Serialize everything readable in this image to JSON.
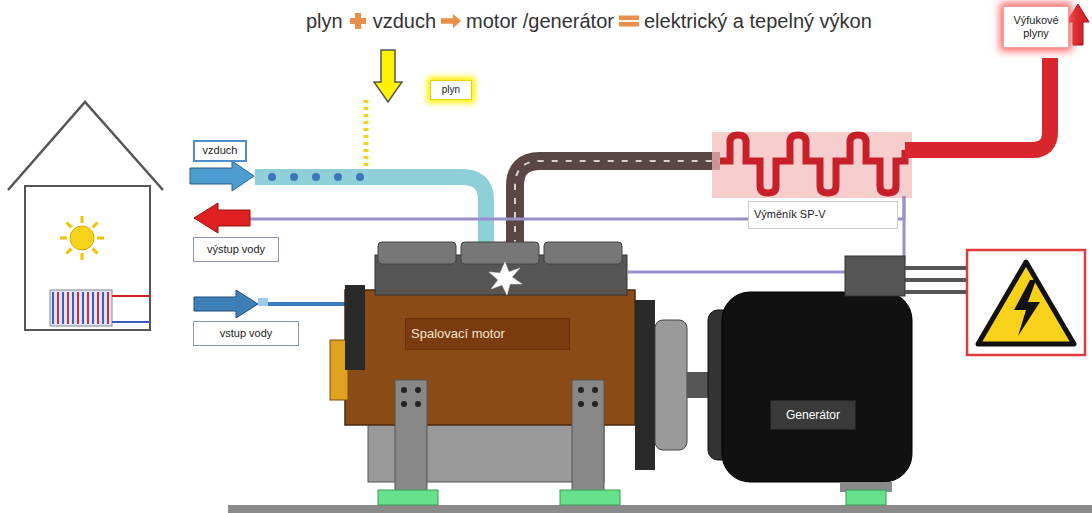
{
  "diagram": {
    "nodes": [
      {
        "text": [
          "Výfukové plyny"
        ]
      },
      {
        "text": [
          "plyn"
        ]
      },
      {
        "text": [
          "vzduch"
        ]
      },
      {
        "text": [
          "Výměník SP-V"
        ]
      },
      {
        "text": [
          "výstup vody"
        ]
      },
      {
        "text": [
          "vstup vody"
        ]
      },
      {
        "text": [
          "Spalovací motor"
        ]
      },
      {
        "text": [
          "Generátor"
        ]
      }
    ],
    "labels": [
      "plyn",
      "vzduch",
      "motor /generátor",
      "elektrický a tepelný výkon"
    ]
  }
}
